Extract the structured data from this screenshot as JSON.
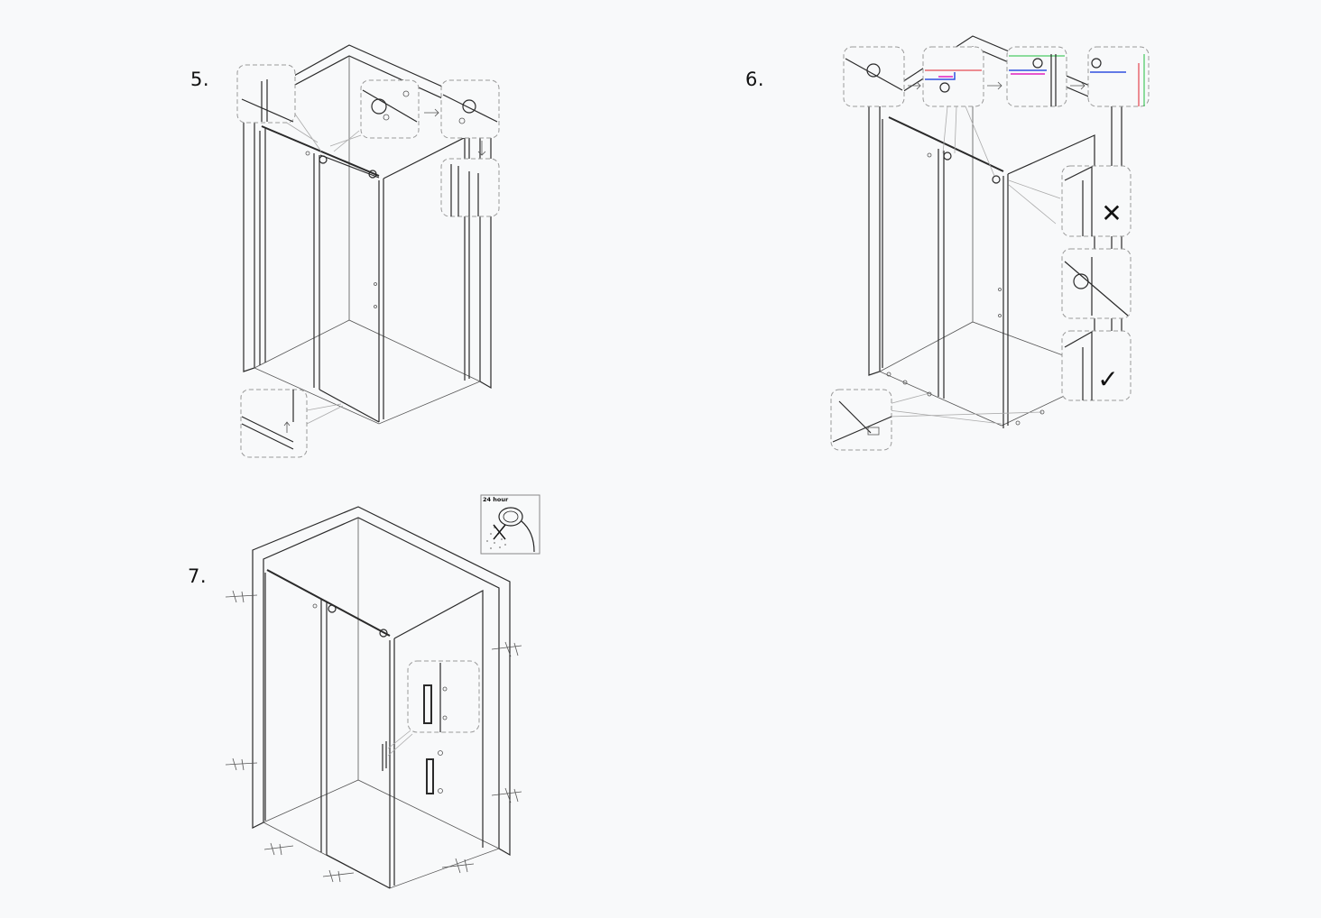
{
  "steps": [
    {
      "label": "5."
    },
    {
      "label": "6."
    },
    {
      "label": "7."
    }
  ],
  "notice": {
    "text": "24 hour"
  },
  "marks": {
    "incorrect": "✕",
    "correct": "✓"
  },
  "colors": {
    "line": "#2a2a2a",
    "callout_border": "#9a9a9a",
    "background": "#f8f9fa",
    "accent_red": "#e0202a",
    "accent_blue": "#3050e0",
    "accent_magenta": "#e020c0",
    "accent_green": "#20c040"
  }
}
